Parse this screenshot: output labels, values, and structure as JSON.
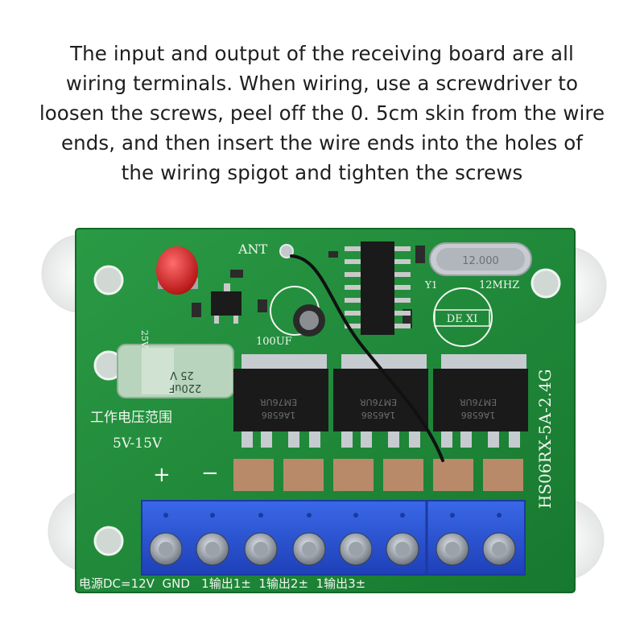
{
  "caption": {
    "lines": [
      "The input and output of the receiving board are all",
      "wiring terminals. When wiring, use a screwdriver to",
      "loosen the screws, peel off the 0. 5cm skin from the wire",
      "ends, and then insert the wire ends into the holes of",
      "the wiring spigot and tighten the screws"
    ]
  },
  "board": {
    "model": "HS06RX-5A-2.4G",
    "antenna_label": "ANT",
    "crystal_freq": "12MHZ",
    "crystal_marking": "12.000",
    "crystal_ref": "Y1",
    "module_label": "DE XI",
    "cap_label": "100UF",
    "big_cap_marking_1": "220uF",
    "big_cap_marking_2": "25 V",
    "big_cap_side": "25V",
    "voltage_title": "工作电压范围",
    "voltage_range": "5V-15V",
    "plus": "+",
    "minus": "−",
    "chip_marking_1": "EM76UR",
    "chip_marking_2": "1A6586",
    "terminal_label": "电源DC=12V  GND   1输出1±  1输出2±  1输出3±"
  },
  "colors": {
    "pcb": "#1f8a3a",
    "terminal": "#2b55d6",
    "led": "#d21b1b"
  }
}
